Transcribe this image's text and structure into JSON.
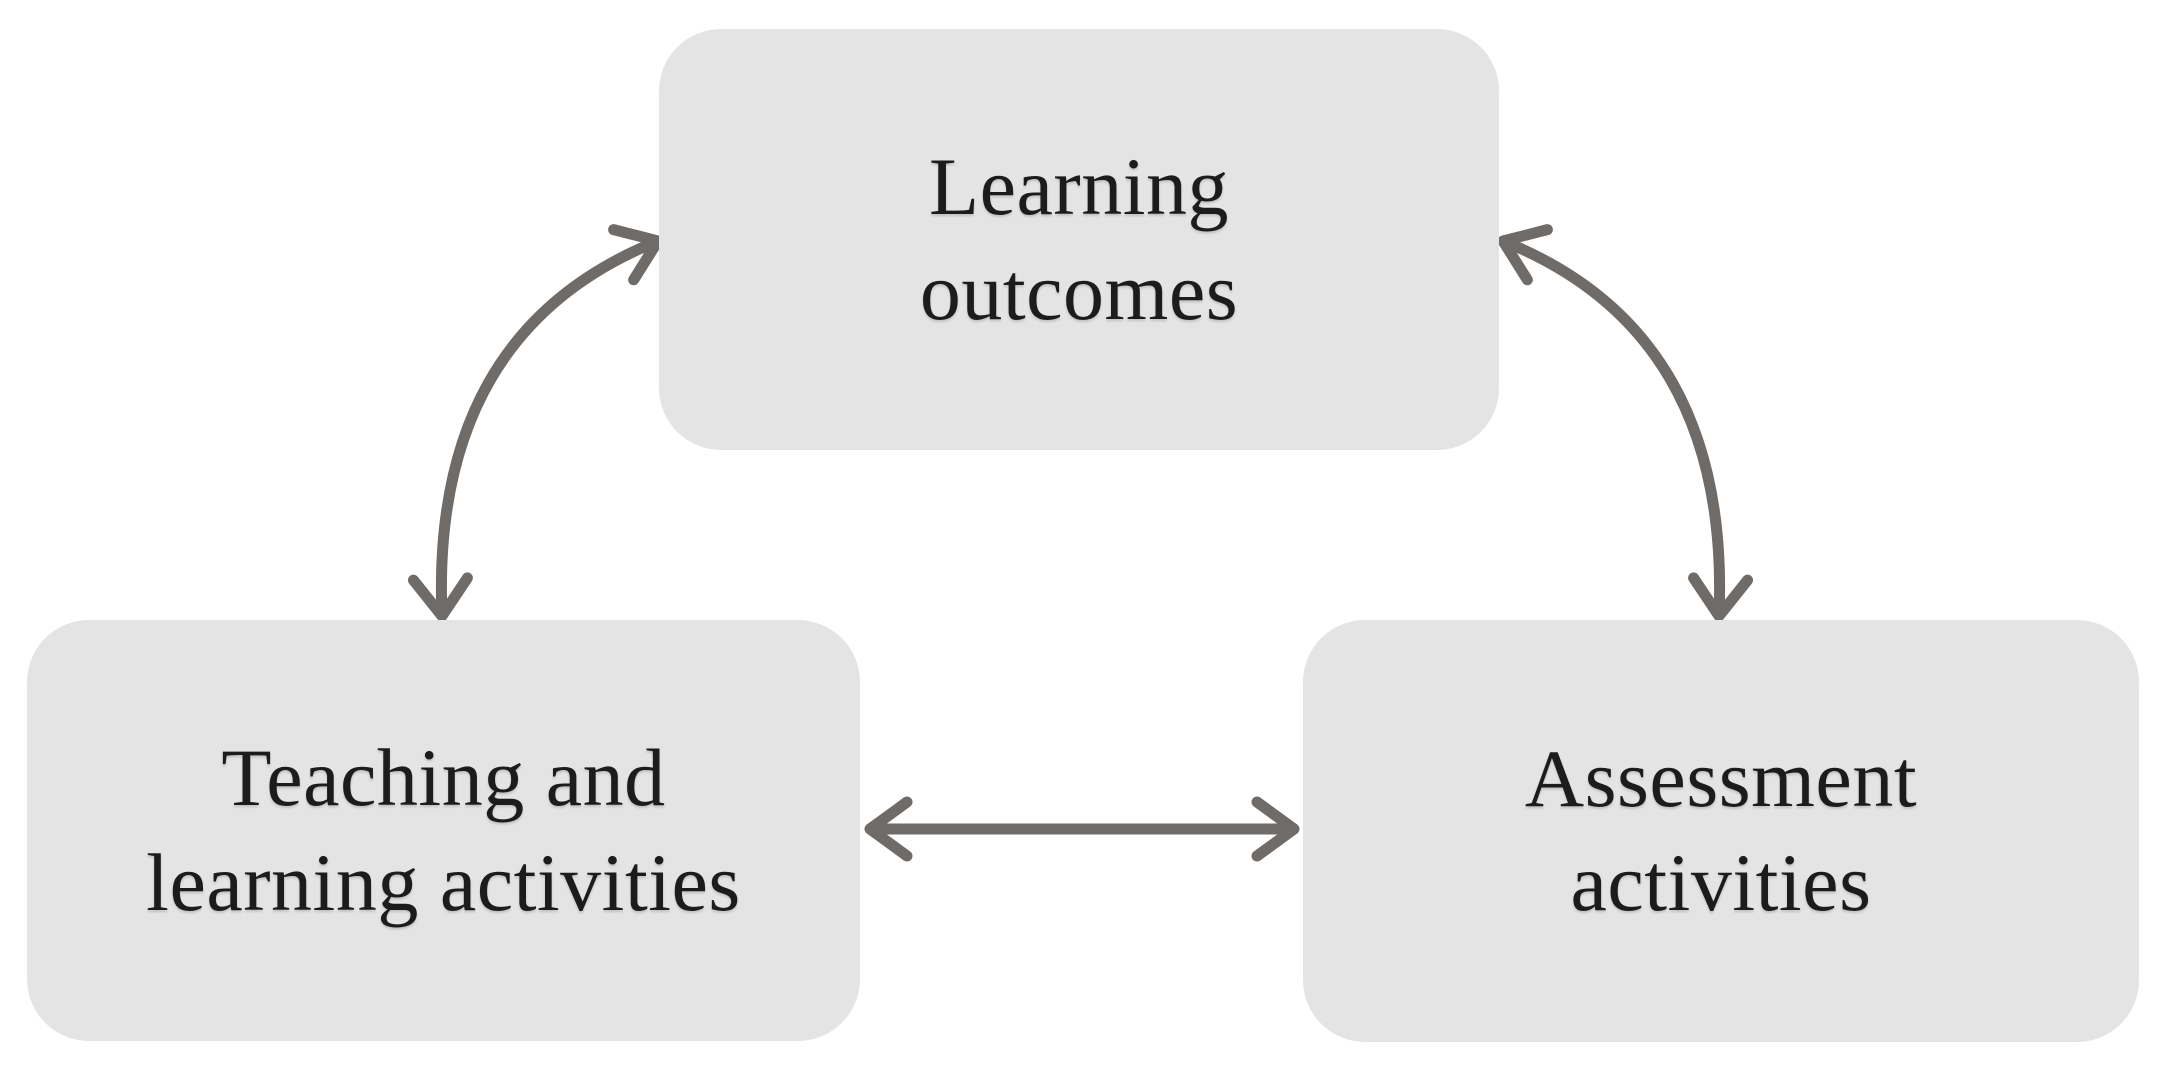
{
  "figure_type": "flow-diagram",
  "theme": {
    "page_background": "#ffffff",
    "box_fill": "#e5e4e4",
    "arrow_color": "#6f6b68",
    "text_color": "#1c1c1c"
  },
  "nodes": [
    {
      "id": "learning-outcomes",
      "label": "Learning outcomes",
      "lines": [
        "Learning",
        "outcomes"
      ]
    },
    {
      "id": "teaching-and-learning-activities",
      "label": "Teaching and learning activities",
      "lines": [
        "Teaching and",
        "learning activities"
      ]
    },
    {
      "id": "assessment-activities",
      "label": "Assessment activities",
      "lines": [
        "Assessment",
        "activities"
      ]
    }
  ],
  "edges": [
    {
      "from": "teaching-and-learning-activities",
      "to": "learning-outcomes",
      "direction": "bidirectional",
      "shape": "curved"
    },
    {
      "from": "learning-outcomes",
      "to": "assessment-activities",
      "direction": "bidirectional",
      "shape": "curved"
    },
    {
      "from": "teaching-and-learning-activities",
      "to": "assessment-activities",
      "direction": "bidirectional",
      "shape": "straight"
    }
  ]
}
